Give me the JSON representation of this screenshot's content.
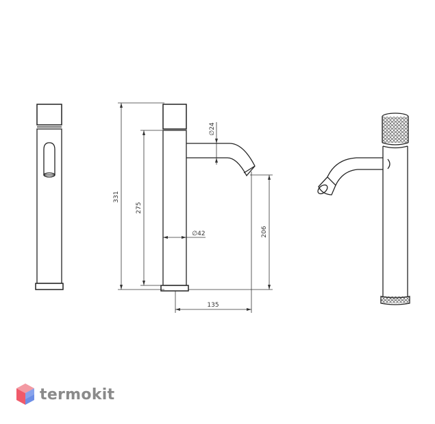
{
  "dimensions": {
    "height_total": "331",
    "height_body": "275",
    "spout_height": "206",
    "spout_reach": "135",
    "diameter_spout": "∅24",
    "diameter_body": "∅42"
  },
  "brand": {
    "name": "termokit",
    "logo_colors": [
      "#f05a6a",
      "#6d8ee6"
    ]
  },
  "colors": {
    "line": "#222222",
    "text": "#333333"
  }
}
